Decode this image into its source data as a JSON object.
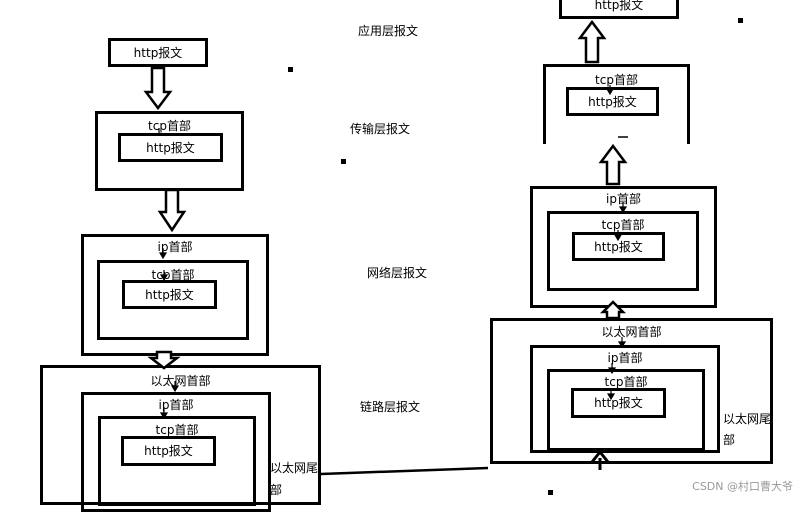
{
  "layers": {
    "application": "应用层报文",
    "transport": "传输层报文",
    "network": "网络层报文",
    "link": "链路层报文"
  },
  "labels": {
    "http": "http报文",
    "tcp": "tcp首部",
    "ip": "ip首部",
    "eth_head": "以太网首部",
    "eth_tail_1": "以太网尾",
    "eth_tail_2": "部"
  },
  "watermark": "CSDN @村口曹大爷"
}
